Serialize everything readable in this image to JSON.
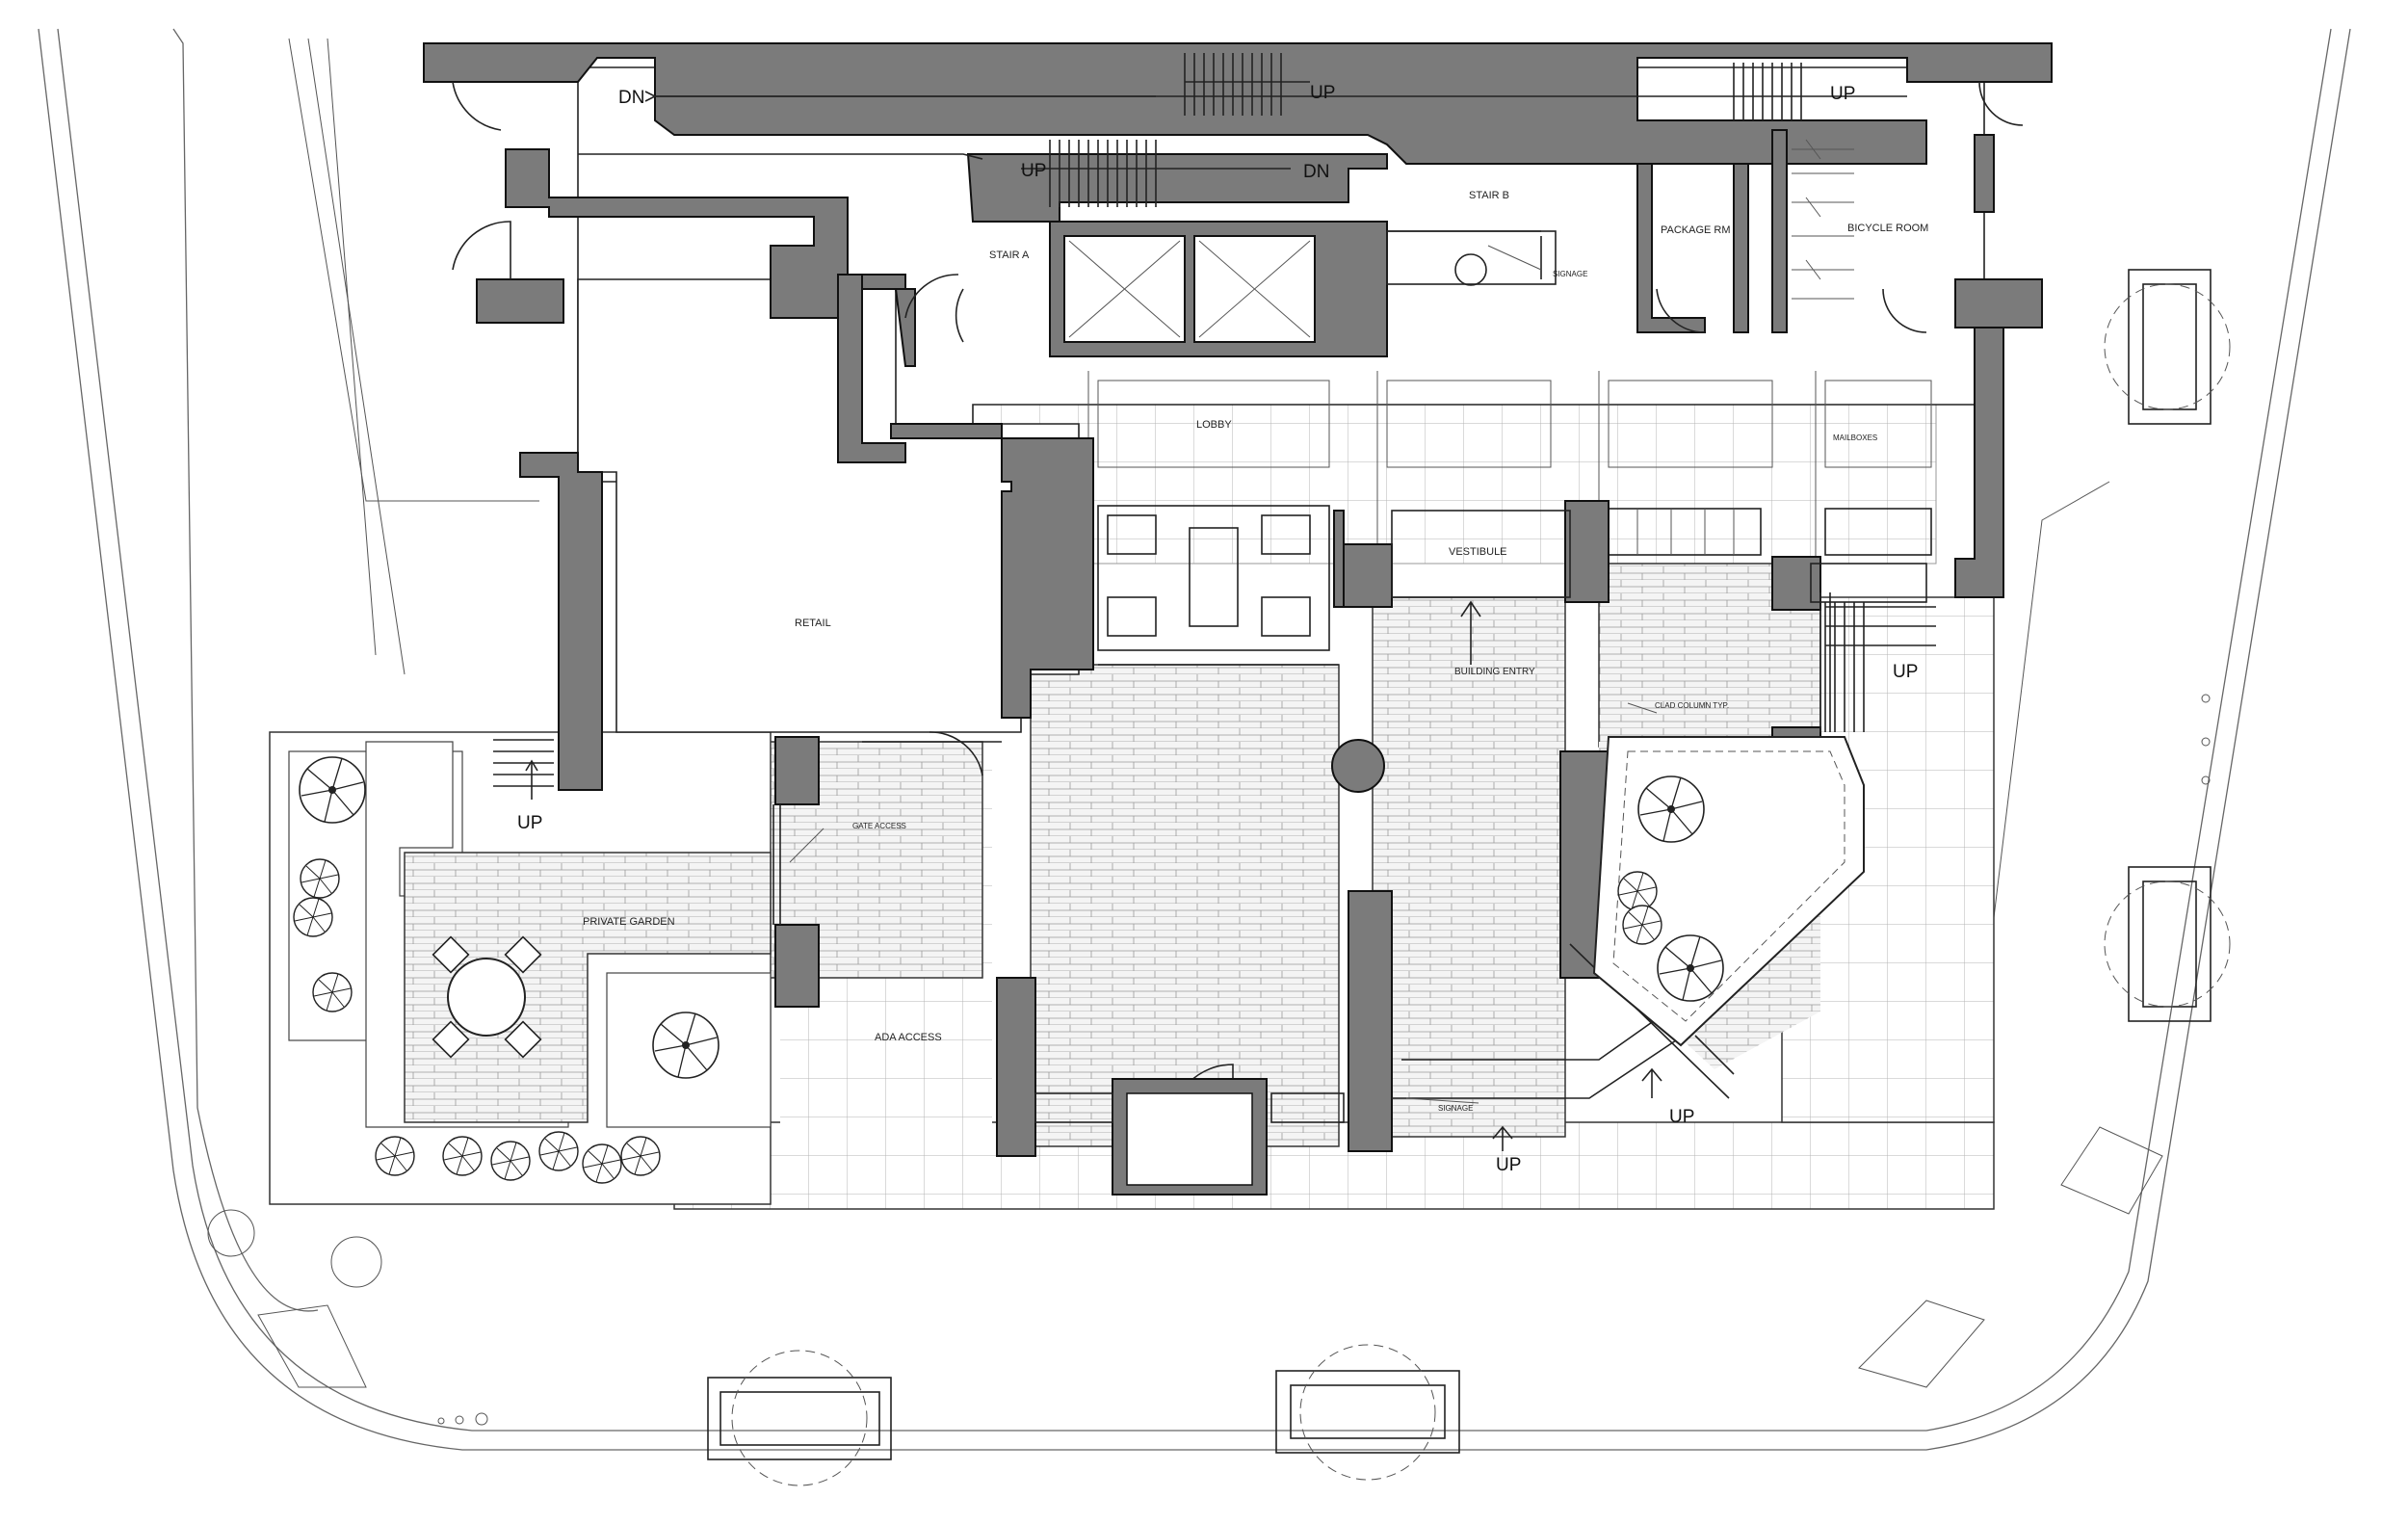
{
  "labels": {
    "dn_top": "DN",
    "up_top_mid": "UP",
    "up_top_right": "UP",
    "up_stair_a": "UP",
    "dn_stair_a": "DN",
    "stair_a": "STAIR A",
    "stair_b": "STAIR B",
    "package_rm": "PACKAGE RM",
    "bicycle_room": "BICYCLE ROOM",
    "signage_top": "SIGNAGE",
    "lobby": "LOBBY",
    "mailboxes": "MAILBOXES",
    "retail": "RETAIL",
    "vestibule": "VESTIBULE",
    "building_entry": "BUILDING ENTRY",
    "up_east": "UP",
    "clad_column": "CLAD COLUMN TYP.",
    "gate_access": "GATE ACCESS",
    "private_garden": "PRIVATE GARDEN",
    "up_garden": "UP",
    "ada_access": "ADA ACCESS",
    "signage_bottom": "SIGNAGE",
    "up_ramp_right": "UP",
    "up_ramp_bottom": "UP"
  }
}
